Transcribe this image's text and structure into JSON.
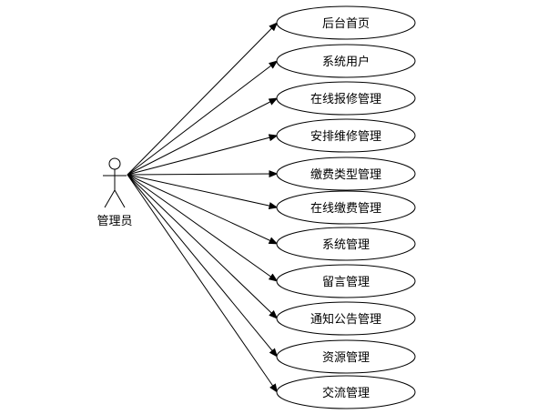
{
  "actor": {
    "label": "管理员"
  },
  "use_cases": [
    "后台首页",
    "系统用户",
    "在线报修管理",
    "安排维修管理",
    "缴费类型管理",
    "在线缴费管理",
    "系统管理",
    "留言管理",
    "通知公告管理",
    "资源管理",
    "交流管理"
  ],
  "colors": {
    "stroke": "#000000",
    "fill": "#ffffff"
  }
}
